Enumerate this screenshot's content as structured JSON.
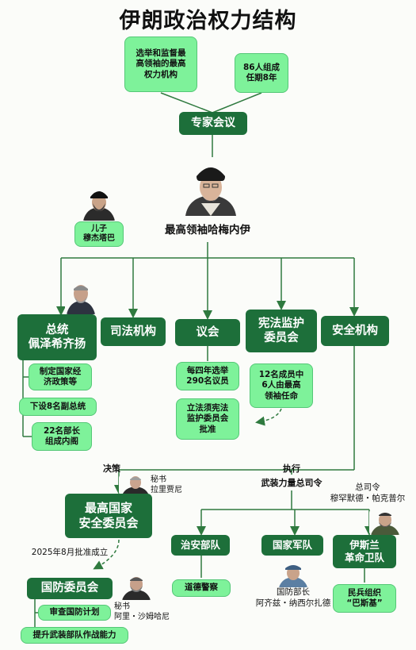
{
  "title": "伊朗政治权力结构",
  "assembly": {
    "desc_power": "选举和监督最\n高领袖的最高\n权力机构",
    "desc_members": "86人组成\n任期8年",
    "name": "专家会议"
  },
  "leader": {
    "name": "最高领袖哈梅内伊",
    "son_label": "儿子\n穆杰塔巴"
  },
  "branches": {
    "president": "总统\n佩泽希齐扬",
    "judiciary": "司法机构",
    "parliament": "议会",
    "guardian": "宪法监护\n委员会",
    "security": "安全机构"
  },
  "president_notes": [
    "制定国家经\n济政策等",
    "下设8名副总统",
    "22名部长\n组成内阁"
  ],
  "parliament_notes": [
    "每四年选举\n290名议员",
    "立法须宪法\n监护委员会\n批准"
  ],
  "guardian_note": "12名成员中\n6人由最高\n领袖任命",
  "snsc": {
    "decision_label": "决策",
    "secretary_label": "秘书\n拉里贾尼",
    "name": "最高国家\n安全委员会",
    "approved_label": "2025年8月批准成立"
  },
  "defense_council": {
    "name": "国防委员会",
    "secretary_label": "秘书\n阿里・沙姆哈尼",
    "notes": [
      "审查国防计划",
      "提升武装部队作战能力"
    ]
  },
  "command": {
    "execute_label": "执行",
    "hq_label": "武装力量总司令",
    "irgc_commander_label": "总司令\n穆罕默德・帕克普尔",
    "police": "治安部队",
    "army": "国家军队",
    "irgc": "伊斯兰\n革命卫队",
    "police_sub": "道德警察",
    "defense_minister_label": "国防部长\n阿齐兹・纳西尔扎德",
    "basij": "民兵组织\n“巴斯基”"
  },
  "colors": {
    "dark_green": "#1d6f3a",
    "light_green": "#7ef29a",
    "line": "#2f7a3f"
  }
}
